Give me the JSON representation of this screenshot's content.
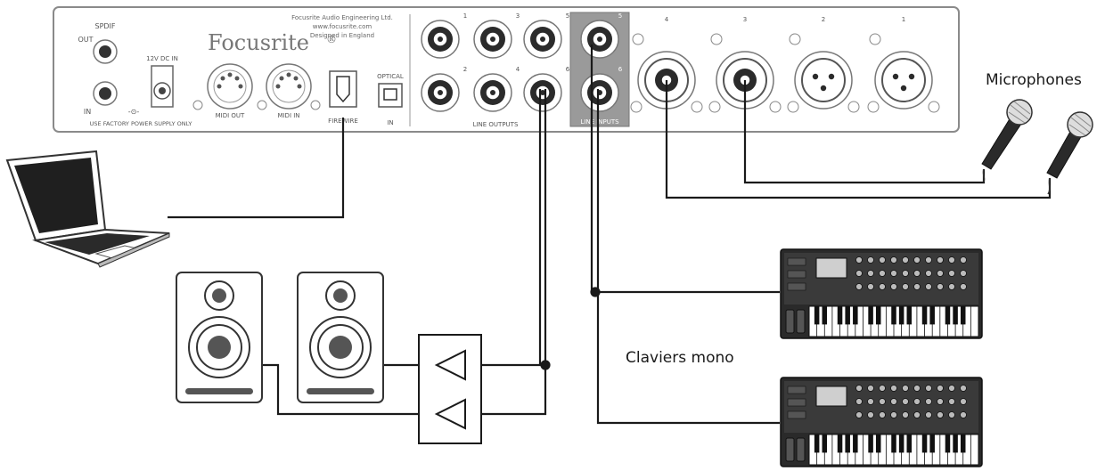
{
  "interface": {
    "brand": "Focusrite",
    "brand_mark": "®",
    "maker_lines": [
      "Focusrite Audio Engineering Ltd.",
      "www.focusrite.com",
      "Designed in England"
    ],
    "spdif": {
      "title": "SPDIF",
      "out": "OUT",
      "in": "IN"
    },
    "dc_in": "12V DC IN",
    "power_note": "USE FACTORY POWER SUPPLY ONLY",
    "midi_out": "MIDI OUT",
    "midi_in": "MIDI IN",
    "firewire": "FIREWIRE",
    "optical": {
      "title": "OPTICAL",
      "in": "IN"
    },
    "line_outputs": "LINE OUTPUTS",
    "line_inputs": "LINE INPUTS",
    "line_output_numbers": [
      "1",
      "3",
      "5",
      "2",
      "4",
      "6"
    ],
    "line_input_numbers": [
      "5",
      "6"
    ],
    "mic_input_numbers": [
      "4",
      "3",
      "2",
      "1"
    ]
  },
  "labels": {
    "microphones": "Microphones",
    "keyboards": "Claviers mono"
  },
  "colors": {
    "ink": "#1a1a1a",
    "panel_line": "#8a8a8a",
    "panel_fill": "#ffffff",
    "jack_dark": "#2b2b2b",
    "speaker_cone": "#555555",
    "keyboard_body": "#2a2a2a"
  }
}
